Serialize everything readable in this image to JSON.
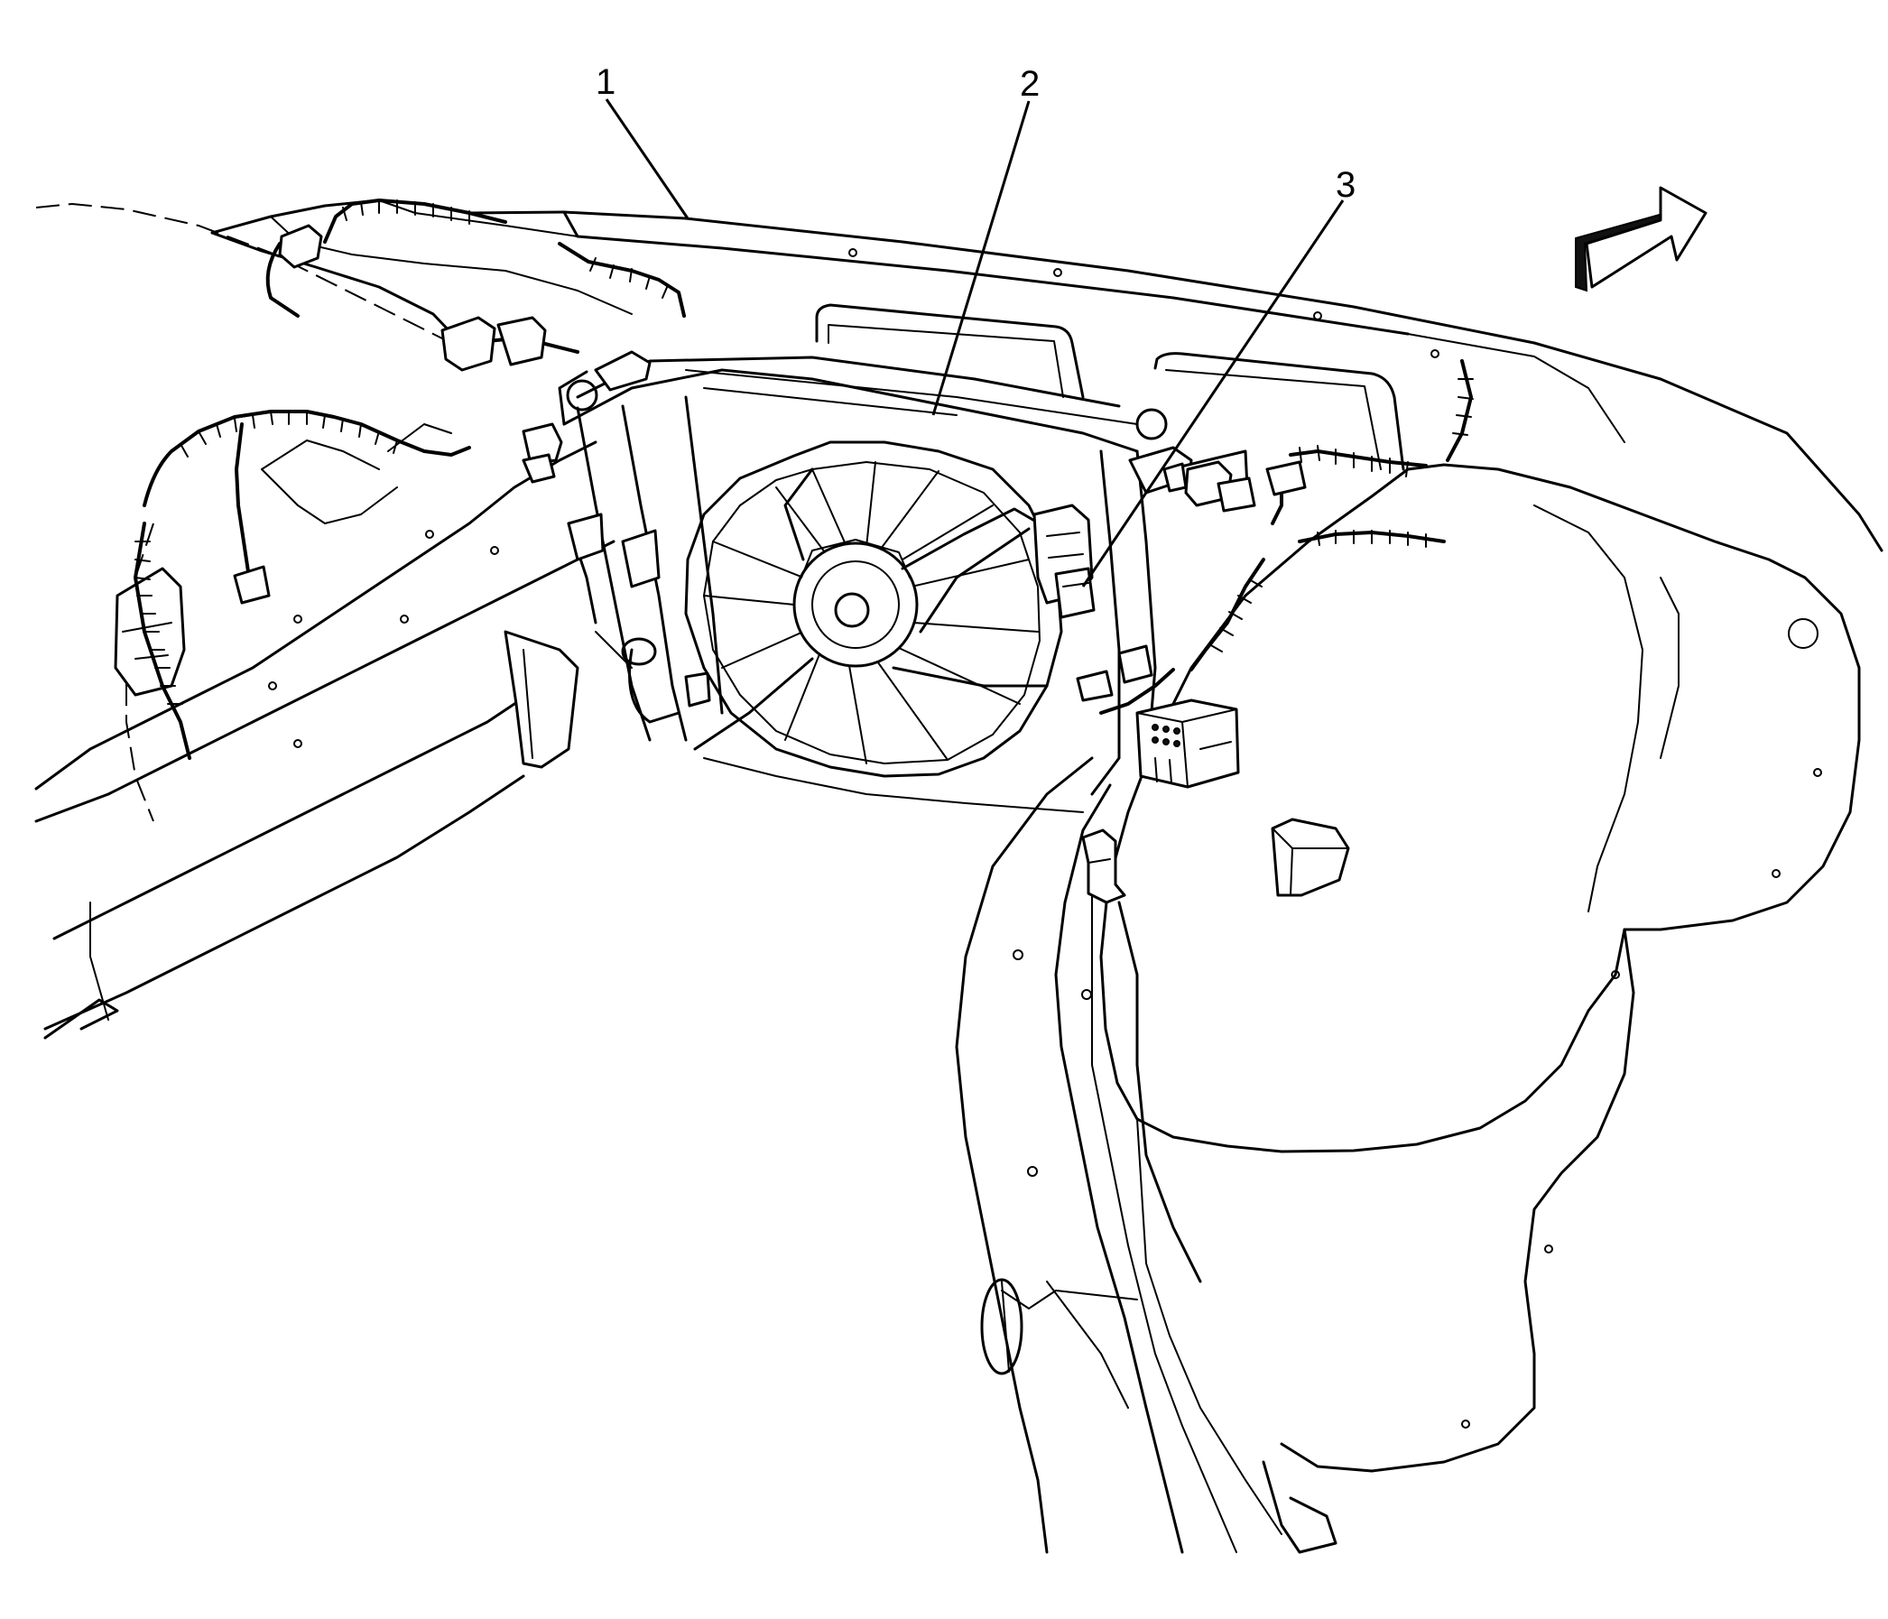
{
  "diagram": {
    "callouts": [
      {
        "id": "callout-1",
        "label": "1"
      },
      {
        "id": "callout-2",
        "label": "2"
      },
      {
        "id": "callout-3",
        "label": "3"
      }
    ],
    "direction_arrow_icon": "forward-arrow-icon",
    "colors": {
      "line": "#000000",
      "background": "#ffffff"
    }
  }
}
